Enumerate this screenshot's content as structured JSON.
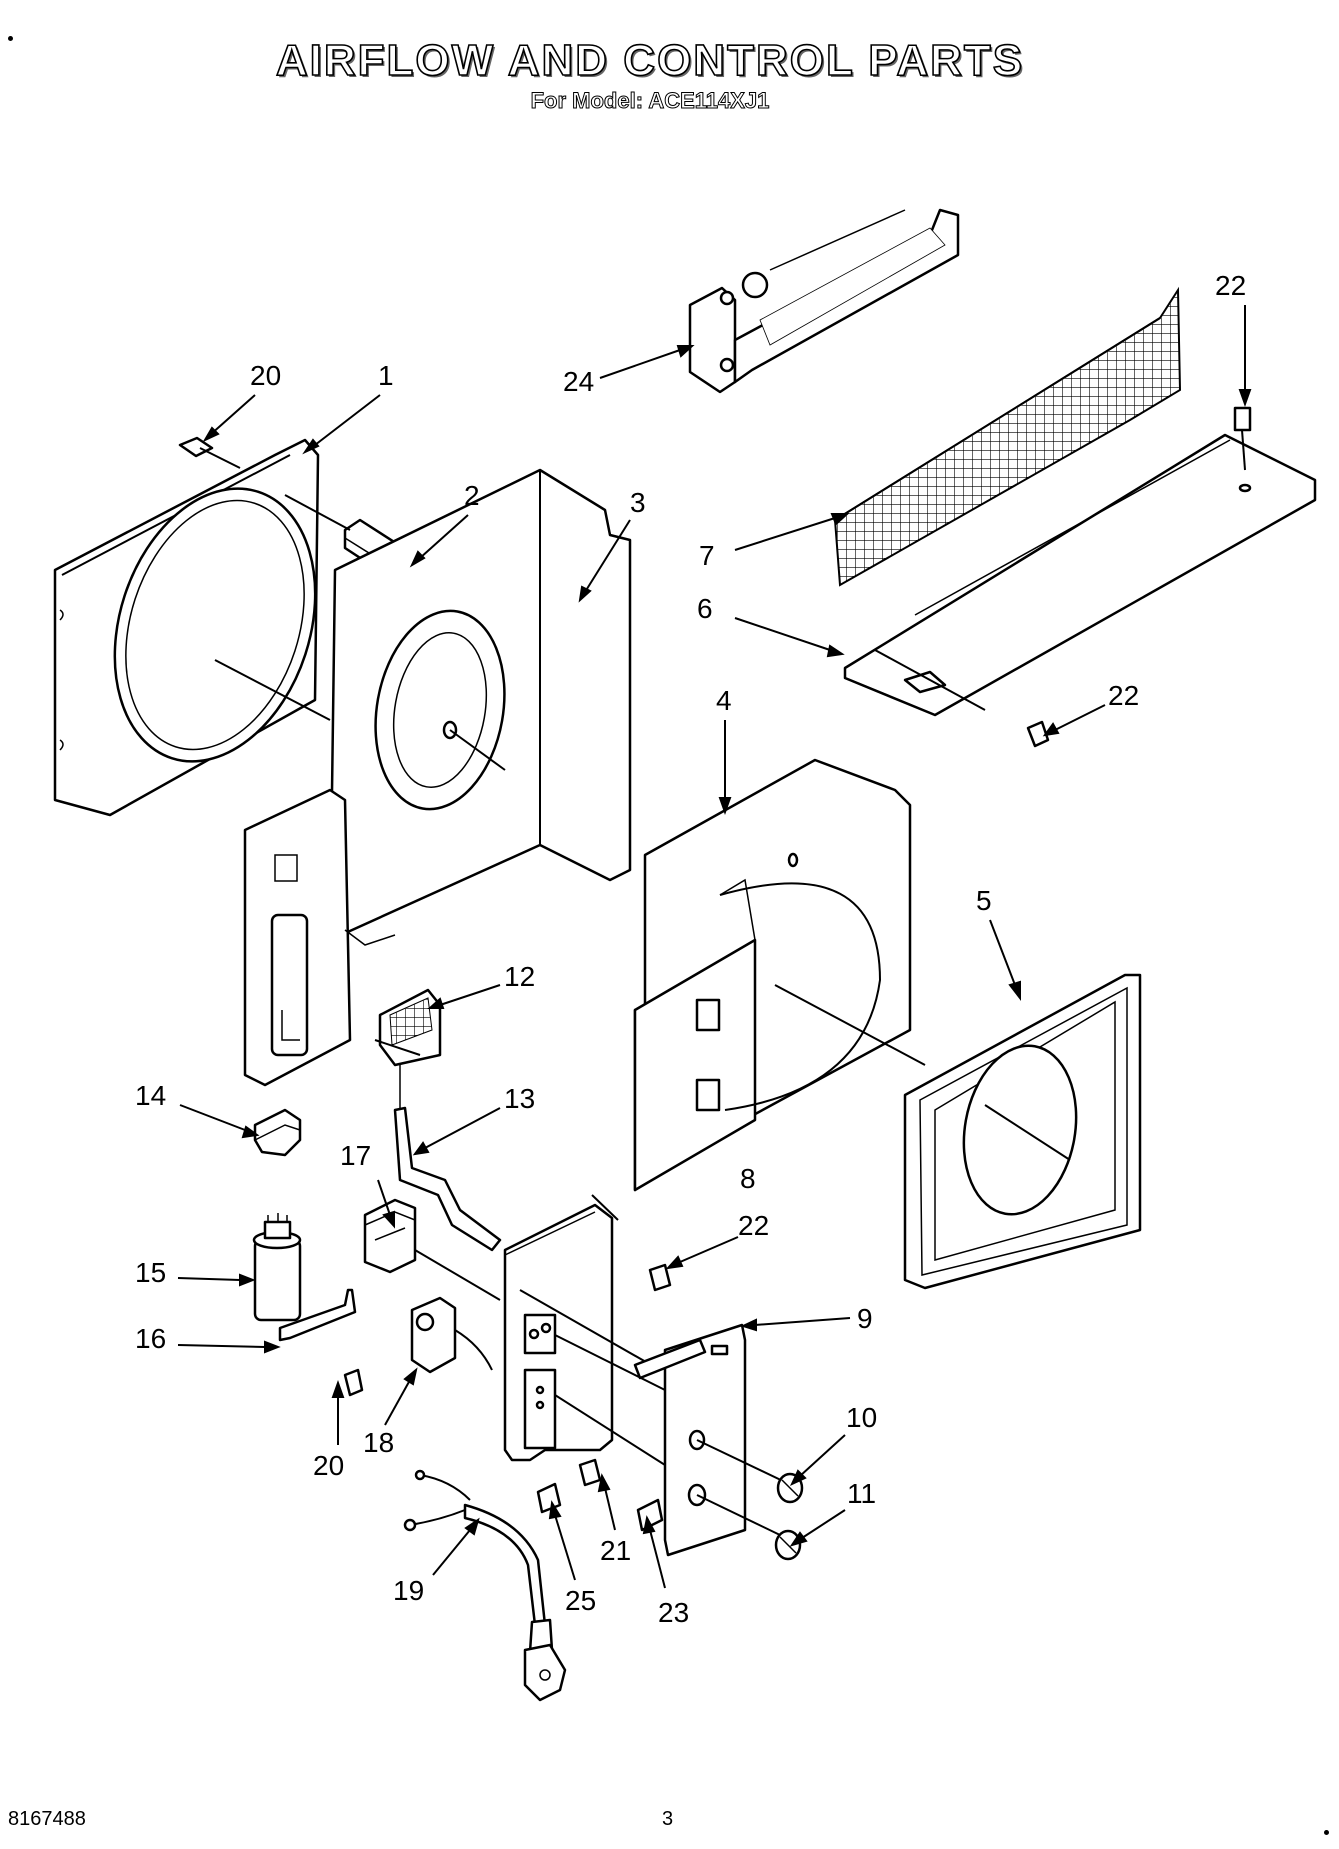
{
  "header": {
    "title": "AIRFLOW AND CONTROL PARTS",
    "subtitle": "For Model: ACE114XJ1"
  },
  "callouts": {
    "c1": "1",
    "c2": "2",
    "c3": "3",
    "c4": "4",
    "c5": "5",
    "c6": "6",
    "c7": "7",
    "c8": "8",
    "c9": "9",
    "c10": "10",
    "c11": "11",
    "c12": "12",
    "c13": "13",
    "c14": "14",
    "c15": "15",
    "c16": "16",
    "c17": "17",
    "c18": "18",
    "c19": "19",
    "c20a": "20",
    "c20b": "20",
    "c21": "21",
    "c22a": "22",
    "c22b": "22",
    "c22c": "22",
    "c23": "23",
    "c24": "24",
    "c25": "25"
  },
  "footer": {
    "doc_number": "8167488",
    "page_number": "3"
  }
}
